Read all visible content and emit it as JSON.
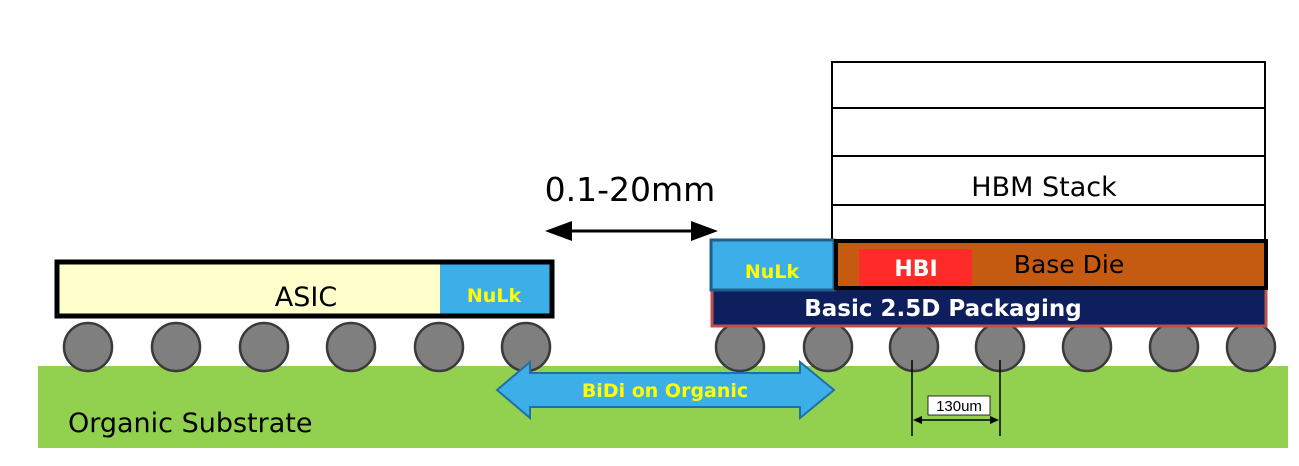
{
  "labels": {
    "distance": "0.1-20mm",
    "asic": "ASIC",
    "nulk_left": "NuLk",
    "nulk_right": "NuLk",
    "hbm_stack": "HBM Stack",
    "hbi": "HBI",
    "base_die": "Base Die",
    "packaging": "Basic 2.5D Packaging",
    "bidi": "BiDi on Organic",
    "pitch": "130um",
    "substrate": "Organic Substrate"
  },
  "colors": {
    "substrate": "#92d050",
    "asic_fill": "#ffffcc",
    "nulk": "#3caee8",
    "nulk_text": "#ffff00",
    "base_die": "#c55a11",
    "hbi": "#ff2a2a",
    "packaging": "#0d1f5c",
    "packaging_border": "#c0504d",
    "bump_fill": "#7f7f7f",
    "bidi_arrow": "#3caee8",
    "bidi_text": "#ffff00"
  }
}
